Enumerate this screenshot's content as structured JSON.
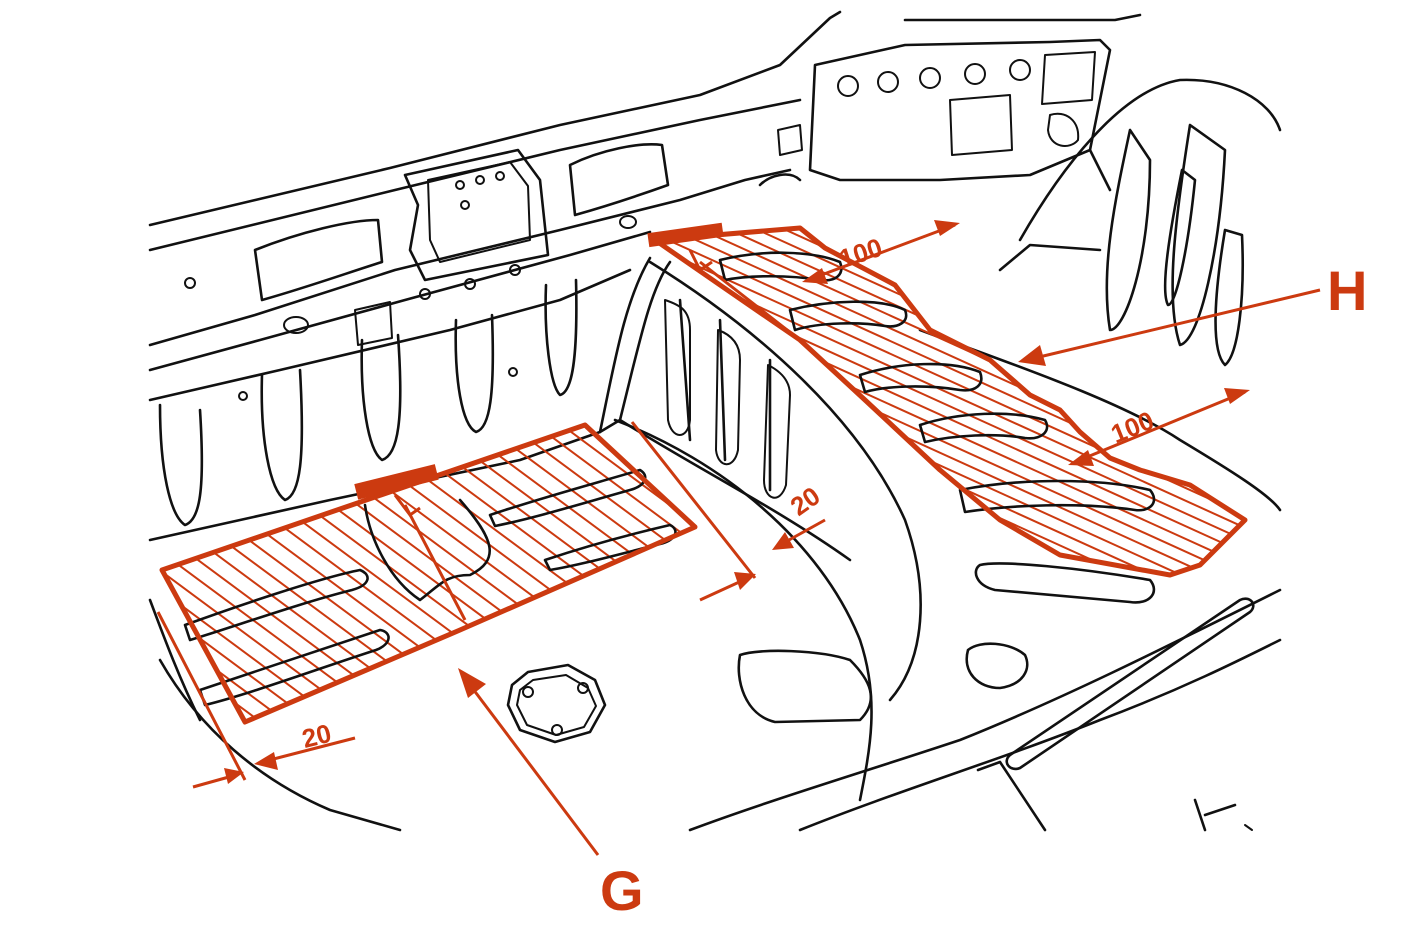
{
  "colors": {
    "accent": "#cc3a10",
    "ink": "#111111",
    "background": "#ffffff"
  },
  "callouts": {
    "zone_g": "G",
    "zone_h": "H"
  },
  "dimensions": {
    "g_left_offset": "20",
    "g_right_offset": "20",
    "h_top_offset": "100",
    "h_bottom_offset": "100"
  }
}
